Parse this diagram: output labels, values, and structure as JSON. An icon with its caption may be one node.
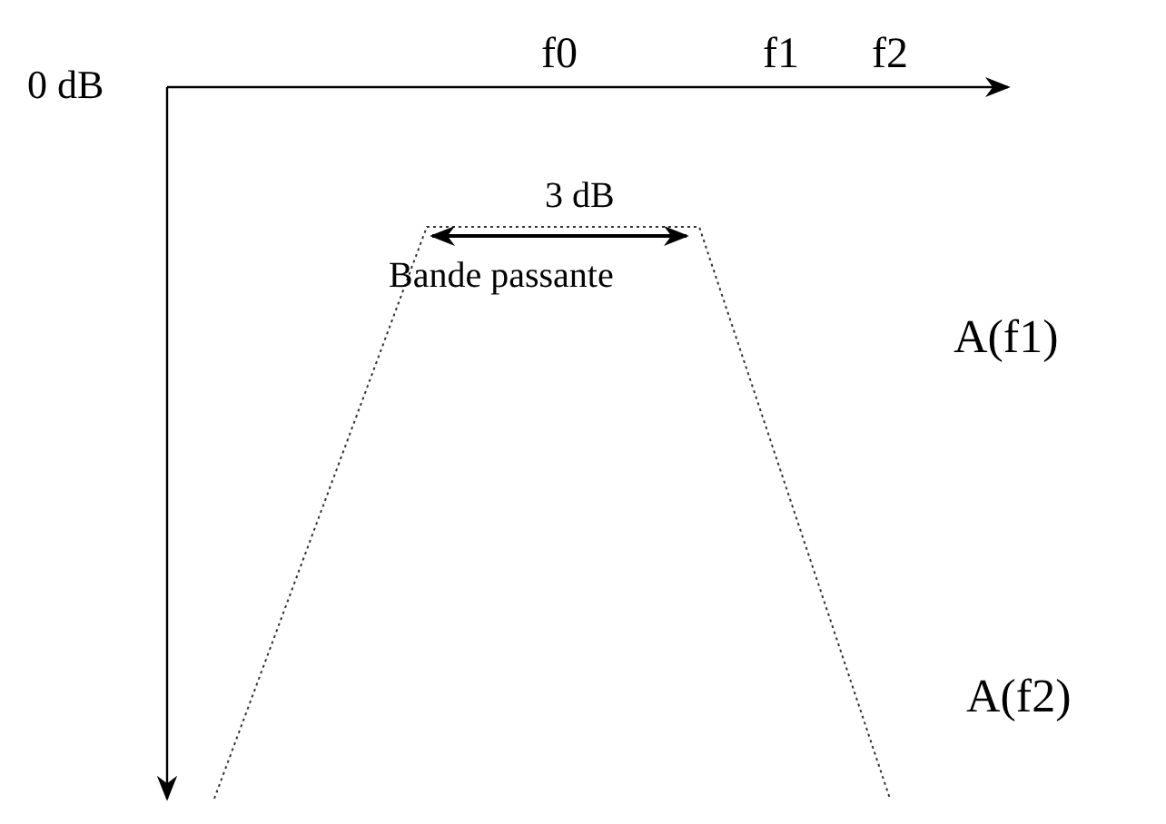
{
  "diagram": {
    "labels": [
      "0 dB",
      "f0",
      "f1",
      "f2",
      "3 dB",
      "Bande passante",
      "A(f1)",
      "A(f2)"
    ]
  }
}
